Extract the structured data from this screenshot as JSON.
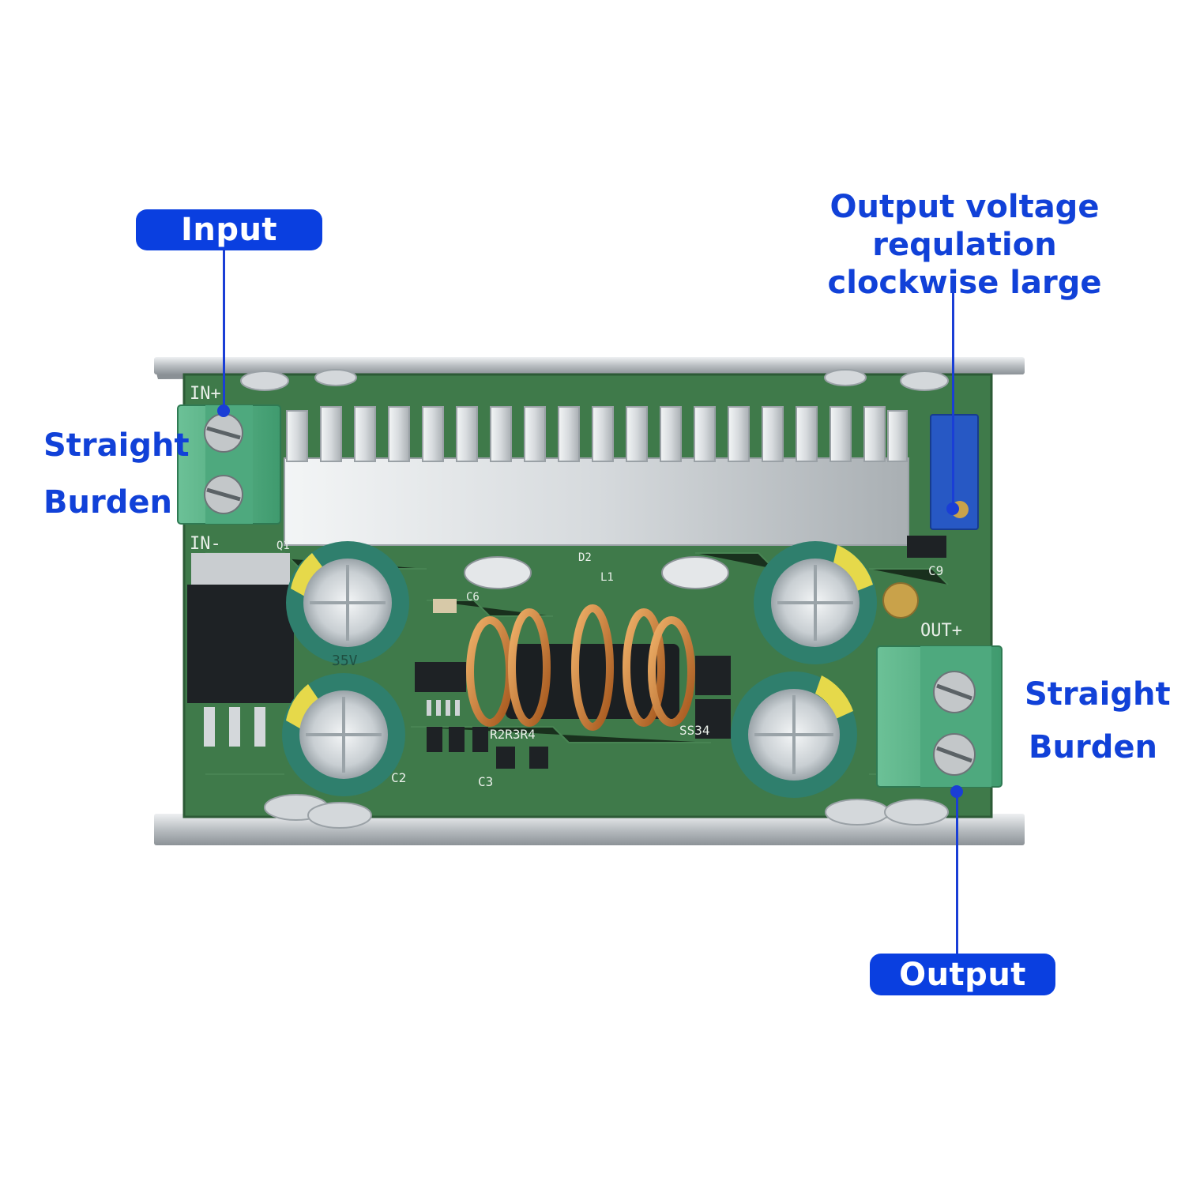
{
  "labels": {
    "input": "Input",
    "output": "Output",
    "regulation_line1": "Output voltage requlation",
    "regulation_line2": "clockwise large",
    "left_straight": "Straight",
    "left_burden": "Burden",
    "right_straight": "Straight",
    "right_burden": "Burden"
  },
  "board_marks": {
    "in_plus": "IN+",
    "in_minus": "IN-",
    "out_plus": "OUT+",
    "c9": "C9",
    "c6": "C6",
    "c2": "C2",
    "c3": "C3",
    "r2r3r4": "R2R3R4",
    "l1": "L1",
    "d2": "D2",
    "q1": "Q1",
    "ss34": "SS34",
    "cap_mark": "35V"
  },
  "colors": {
    "accent_blue": "#0a3fe0",
    "label_blue": "#1141d8",
    "pcb_green": "#3f7a4a",
    "terminal_green": "#5fb589",
    "heatsink": "#d8dde0",
    "capacitor": "#2f7f6d",
    "copper": "#c8782f"
  }
}
